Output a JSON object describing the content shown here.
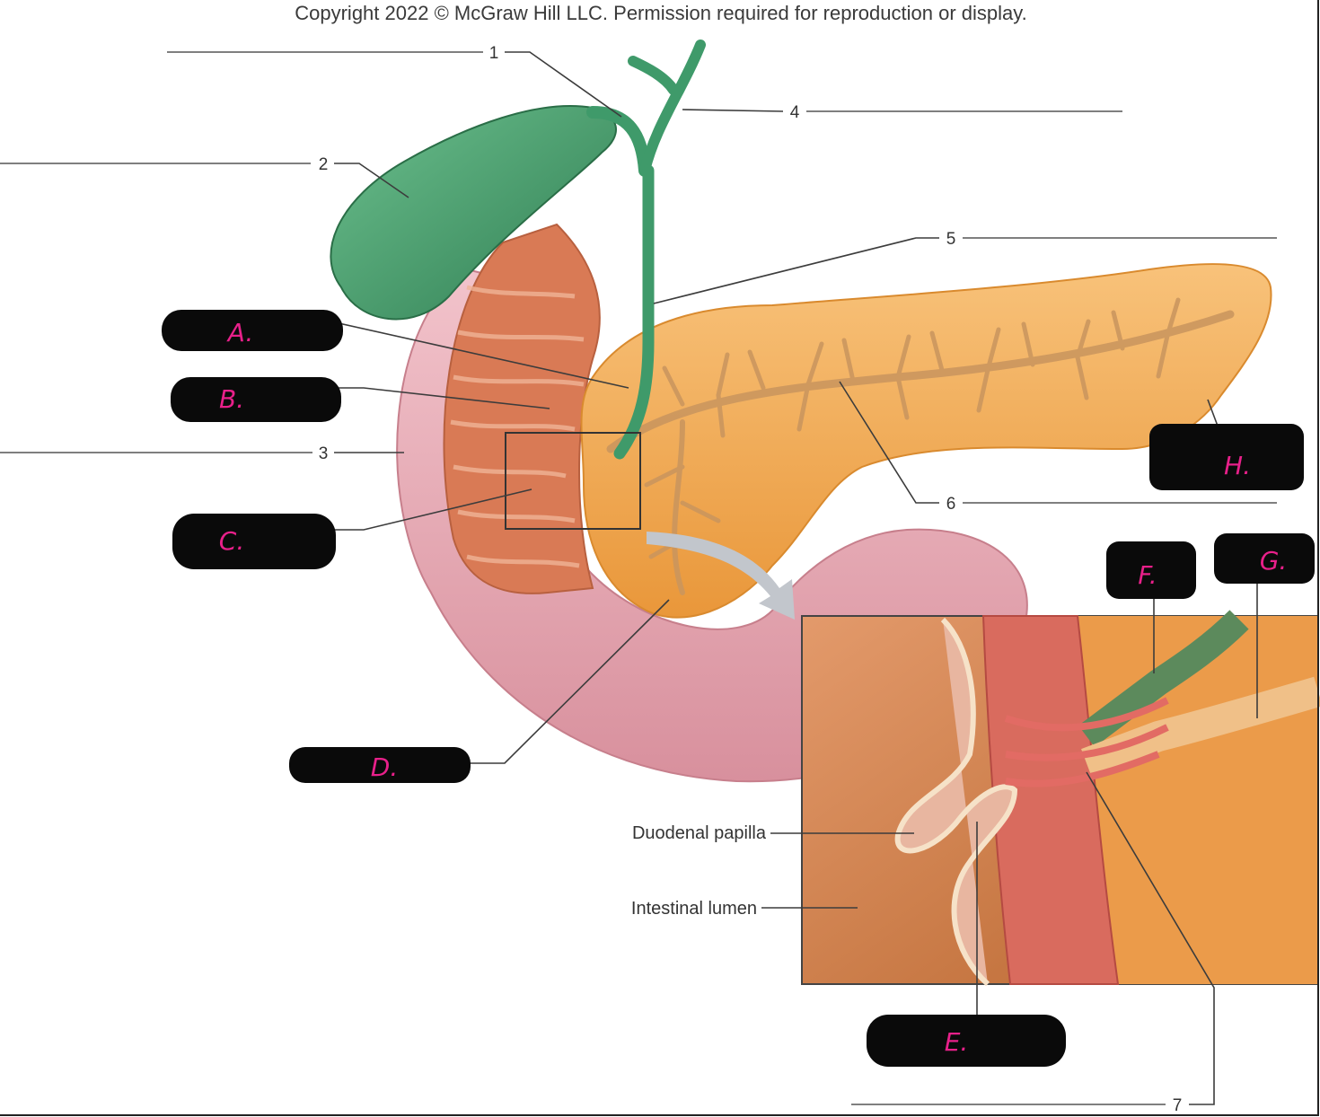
{
  "copyright": "Copyright 2022 © McGraw Hill LLC. Permission required for reproduction or display.",
  "numbered_labels": [
    "1",
    "2",
    "3",
    "4",
    "5",
    "6",
    "7"
  ],
  "handwritten_labels": [
    "A.",
    "B.",
    "C.",
    "D.",
    "E.",
    "F.",
    "G.",
    "H."
  ],
  "inset_labels": {
    "duodenal_papilla": "Duodenal papilla",
    "intestinal_lumen": "Intestinal lumen"
  },
  "colors": {
    "gallbladder": "#3f9a6a",
    "pancreas": "#f0a84a",
    "duodenum": "#e6a7b2",
    "duodenum_inner": "#d9774f",
    "handwriting": "#e8208a",
    "redaction": "#0a0a0a"
  }
}
